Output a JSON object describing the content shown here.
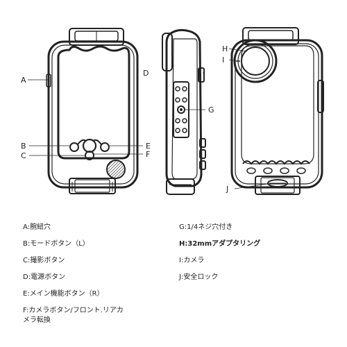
{
  "callouts": [
    "A",
    "B",
    "C",
    "D",
    "E",
    "F",
    "G",
    "H",
    "I",
    "J"
  ],
  "legend": {
    "a": "A:腕紐穴",
    "b": "B:モードボタン（L）",
    "c": "C:撮影ボタン",
    "d": "D:電源ボタン",
    "e": "E:メイン機能ボタン（R）",
    "f1": "F:カメラボタン/フロント.リアカ",
    "f2": "メラ転換",
    "g": "G:1/4ネジ穴付き",
    "h": "H:32mmアダプタリング",
    "i": "I:カメラ",
    "j": "J:安全ロック"
  }
}
